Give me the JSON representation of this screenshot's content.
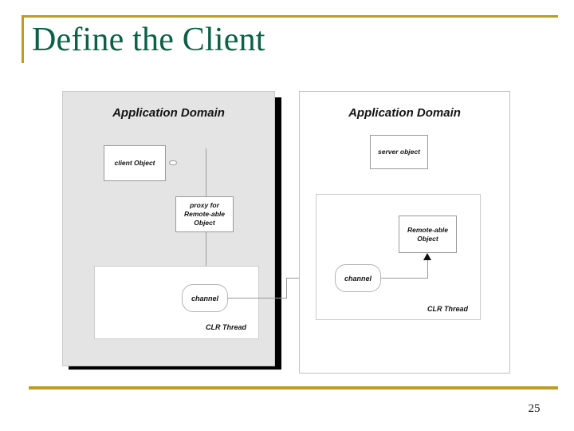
{
  "slide": {
    "title": "Define the Client",
    "page_number": "25",
    "accent_color": "#bf9b23",
    "title_color": "#0b6045"
  },
  "diagram": {
    "left_panel": {
      "heading": "Application Domain",
      "background_color": "#e4e4e4",
      "client_object": "client Object",
      "proxy_object": "proxy for\nRemote-able\nObject",
      "proxy_line_1": "proxy for",
      "proxy_line_2": "Remote-able",
      "proxy_line_3": "Object",
      "channel": "channel",
      "thread_label": "CLR Thread"
    },
    "right_panel": {
      "heading": "Application Domain",
      "background_color": "#ffffff",
      "server_object": "server object",
      "remotable_object_line_1": "Remote-able",
      "remotable_object_line_2": "Object",
      "channel": "channel",
      "thread_label": "CLR Thread"
    }
  }
}
